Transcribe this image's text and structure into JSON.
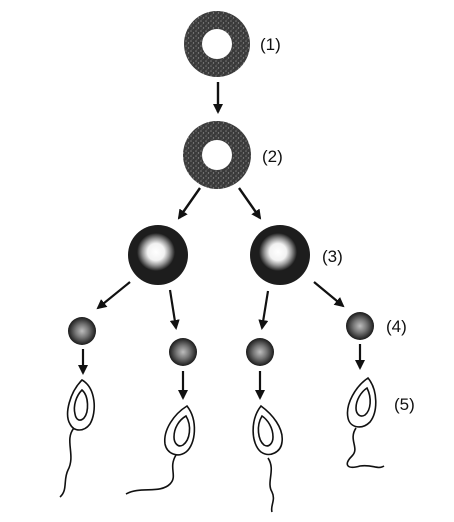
{
  "labels": {
    "stage1": "(1)",
    "stage2": "(2)",
    "stage3": "(3)",
    "stage4": "(4)",
    "stage5": "(5)"
  },
  "colors": {
    "ink": "#111111",
    "cell_dark": "#2b2b2b",
    "cell_speckle": "#555555",
    "cell_center": "#ffffff"
  }
}
